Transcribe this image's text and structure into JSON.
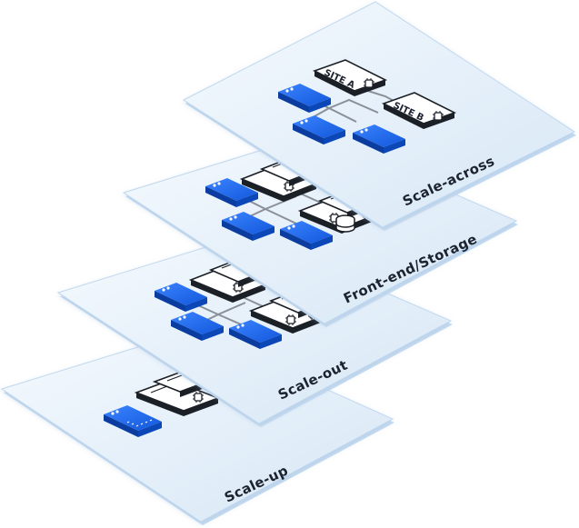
{
  "layers": [
    {
      "label": "Scale-across"
    },
    {
      "label": "Front-end/Storage"
    },
    {
      "label": "Scale-out"
    },
    {
      "label": "Scale-up"
    }
  ],
  "sites": {
    "site_a": "SITE A",
    "site_b": "SITE B"
  },
  "colors": {
    "node_blue": "#1763e8",
    "node_blue_dark": "#0c47b8",
    "plate_fill": "#eaf3fc",
    "plate_edge": "#bcd6ef",
    "server_dark": "#1b1f26",
    "line_gray": "#8a8f98"
  },
  "icons": [
    "server-icon",
    "chip-icon",
    "database-icon",
    "switch-node-icon"
  ]
}
